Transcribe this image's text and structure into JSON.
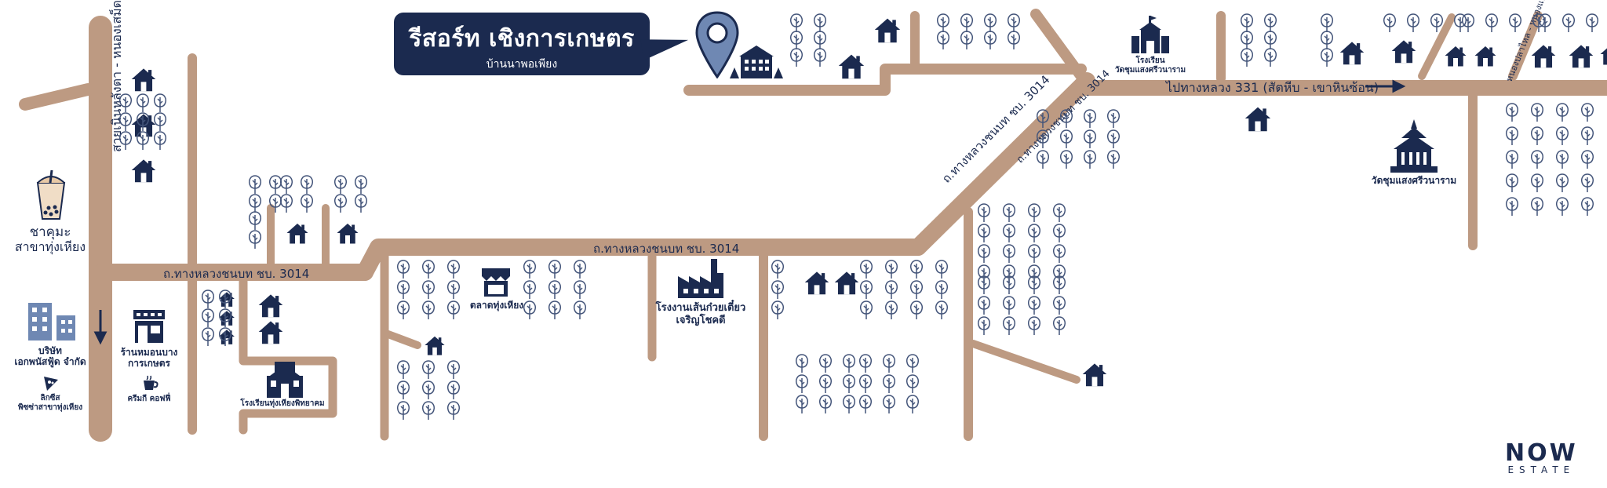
{
  "destination": {
    "title": "รีสอร์ท เชิงการเกษตร",
    "subtitle": "บ้านนาพอเพียง"
  },
  "roads": {
    "main_left": "ถ.ทางหลวงชนบท ชบ. 3014",
    "main_center": "ถ.ทางหลวงชนบท ชบ. 3014",
    "diagonal_lower": "ถ.ทางหลวงชนบท ชบ. 3014",
    "diagonal_upper": "ถ.ทางหลวงชนบท ชบ. 3014",
    "highway": "ไปทางหลวง 331 (สัตหีบ - เขาหินซ้อน)",
    "vertical_left": "สายเนินหลังตา - หนองเสม็ด",
    "diagonal_right": "หนองปลาไหล - หนองแหน"
  },
  "places": {
    "cha": "ชาคุมะ",
    "cha_branch": "สาขาทุ่งเหียง",
    "company_1": "บริษัท",
    "company_2": "เอกพนัสฟู้ด จำกัด",
    "pizza_1": "ลิกซีส",
    "pizza_2": "พิซซ่าสาขาทุ่งเหียง",
    "fert_1": "ร้านหมอนบาง",
    "fert_2": "การเกษตร",
    "coffee": "ครีมกี คอฟฟี่",
    "school_left": "โรงเรียนทุ่งเหียงพิทยาคม",
    "market": "ตลาดทุ่งเหียง",
    "factory_1": "โรงงานเส้นก๋วยเตี๋ยว",
    "factory_2": "เจริญโชคดี",
    "school_right_1": "โรงเรียน",
    "school_right_2": "วัดชุมแสงศรีวนาราม",
    "temple": "วัดชุมแสงศรีวนาราม"
  },
  "logo": {
    "big": "NOW",
    "small": "ESTATE"
  },
  "colors": {
    "road": "#bd9a82",
    "navy": "#1b2a4f",
    "pin": "#6f88b3",
    "tree": "#44557a"
  },
  "icons": [
    "house-icon",
    "tree-icon",
    "pin-icon",
    "school-icon",
    "market-icon",
    "factory-icon",
    "temple-icon",
    "store-icon",
    "office-icon",
    "drink-icon",
    "pizza-icon",
    "coffee-icon",
    "resort-icon",
    "arrow-icon"
  ]
}
